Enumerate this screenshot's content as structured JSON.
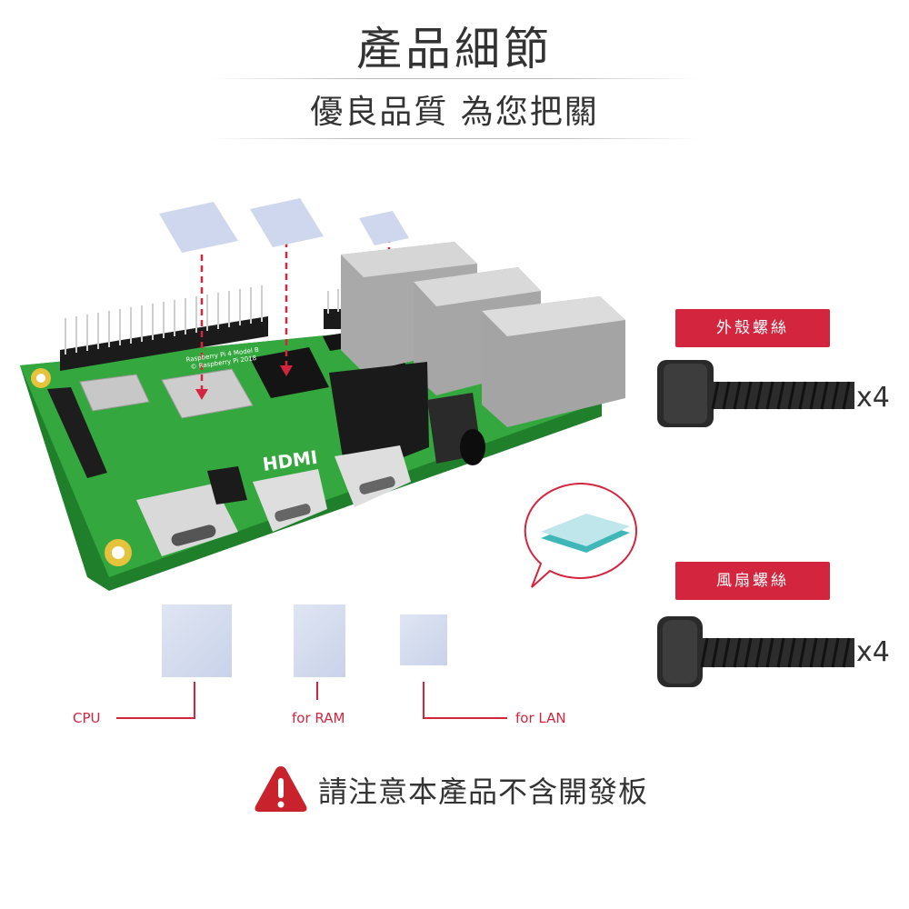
{
  "header": {
    "title": "產品細節",
    "subtitle": "優良品質 為您把關"
  },
  "board": {
    "hdmi_label": "HDMI",
    "silk_text_1": "Raspberry Pi 4 Model B",
    "silk_text_2": "© Raspberry Pi 2018"
  },
  "screws": [
    {
      "tag": "外殼螺絲",
      "quantity": "x4"
    },
    {
      "tag": "風扇螺絲",
      "quantity": "x4"
    }
  ],
  "pads": [
    {
      "label": "CPU"
    },
    {
      "label": "for RAM"
    },
    {
      "label": "for LAN"
    }
  ],
  "notice": {
    "text": "請注意本產品不含開發板",
    "icon": "warning-icon"
  },
  "colors": {
    "accent": "#d3253d",
    "board_green": "#2fa33a",
    "pad_blue": "#d2d9ee",
    "text": "#333333"
  }
}
